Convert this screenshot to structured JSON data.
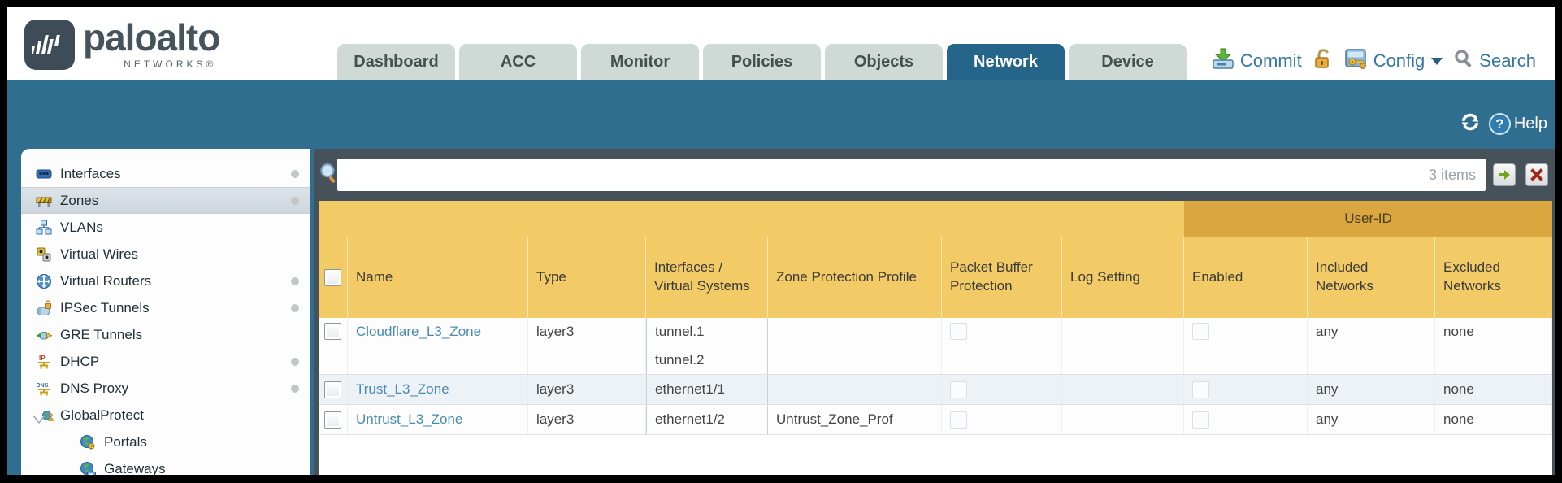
{
  "header": {
    "logo": {
      "brand": "paloalto",
      "sub": "NETWORKS®"
    },
    "tabs": [
      {
        "label": "Dashboard",
        "active": false
      },
      {
        "label": "ACC",
        "active": false
      },
      {
        "label": "Monitor",
        "active": false
      },
      {
        "label": "Policies",
        "active": false
      },
      {
        "label": "Objects",
        "active": false
      },
      {
        "label": "Network",
        "active": true
      },
      {
        "label": "Device",
        "active": false
      }
    ],
    "actions": {
      "commit_label": "Commit",
      "config_label": "Config",
      "search_label": "Search"
    }
  },
  "toolbar": {
    "help_label": "Help"
  },
  "sidebar": {
    "items": [
      {
        "label": "Interfaces",
        "icon": "interfaces-icon",
        "dot": true,
        "selected": false
      },
      {
        "label": "Zones",
        "icon": "zones-icon",
        "dot": true,
        "selected": true
      },
      {
        "label": "VLANs",
        "icon": "vlans-icon",
        "dot": false,
        "selected": false
      },
      {
        "label": "Virtual Wires",
        "icon": "virtual-wires-icon",
        "dot": false,
        "selected": false
      },
      {
        "label": "Virtual Routers",
        "icon": "virtual-routers-icon",
        "dot": true,
        "selected": false
      },
      {
        "label": "IPSec Tunnels",
        "icon": "ipsec-tunnels-icon",
        "dot": true,
        "selected": false
      },
      {
        "label": "GRE Tunnels",
        "icon": "gre-tunnels-icon",
        "dot": false,
        "selected": false
      },
      {
        "label": "DHCP",
        "icon": "dhcp-icon",
        "dot": true,
        "selected": false
      },
      {
        "label": "DNS Proxy",
        "icon": "dns-proxy-icon",
        "dot": true,
        "selected": false
      },
      {
        "label": "GlobalProtect",
        "icon": "globalprotect-icon",
        "dot": false,
        "selected": false,
        "expandable": true
      },
      {
        "label": "Portals",
        "icon": "portals-icon",
        "dot": false,
        "selected": false,
        "sub": true
      },
      {
        "label": "Gateways",
        "icon": "gateways-icon",
        "dot": false,
        "selected": false,
        "sub": true
      }
    ]
  },
  "filterbar": {
    "count": "3 items"
  },
  "table": {
    "group_header": "User-ID",
    "columns": [
      "Name",
      "Type",
      "Interfaces / Virtual Systems",
      "Zone Protection Profile",
      "Packet Buffer Protection",
      "Log Setting",
      "Enabled",
      "Included Networks",
      "Excluded Networks"
    ],
    "rows": [
      {
        "name": "Cloudflare_L3_Zone",
        "type": "layer3",
        "interfaces": [
          "tunnel.1",
          "tunnel.2"
        ],
        "zone_protection_profile": "",
        "log_setting": "",
        "included_networks": "any",
        "excluded_networks": "none"
      },
      {
        "name": "Trust_L3_Zone",
        "type": "layer3",
        "interfaces": [
          "ethernet1/1"
        ],
        "zone_protection_profile": "",
        "log_setting": "",
        "included_networks": "any",
        "excluded_networks": "none"
      },
      {
        "name": "Untrust_L3_Zone",
        "type": "layer3",
        "interfaces": [
          "ethernet1/2"
        ],
        "zone_protection_profile": "Untrust_Zone_Prof",
        "log_setting": "",
        "included_networks": "any",
        "excluded_networks": "none"
      }
    ]
  },
  "colors": {
    "teal_band": "#2f6e8e",
    "active_tab": "#26658a",
    "inactive_tab": "#cfd9d5",
    "dark_filterbar": "#46515a",
    "table_header_amber": "#f2cb67",
    "user_id_band": "#d9a640",
    "zone_link_blue": "#4a8bb2",
    "action_link_blue": "#3577a3",
    "alt_row": "#edf2f6"
  }
}
